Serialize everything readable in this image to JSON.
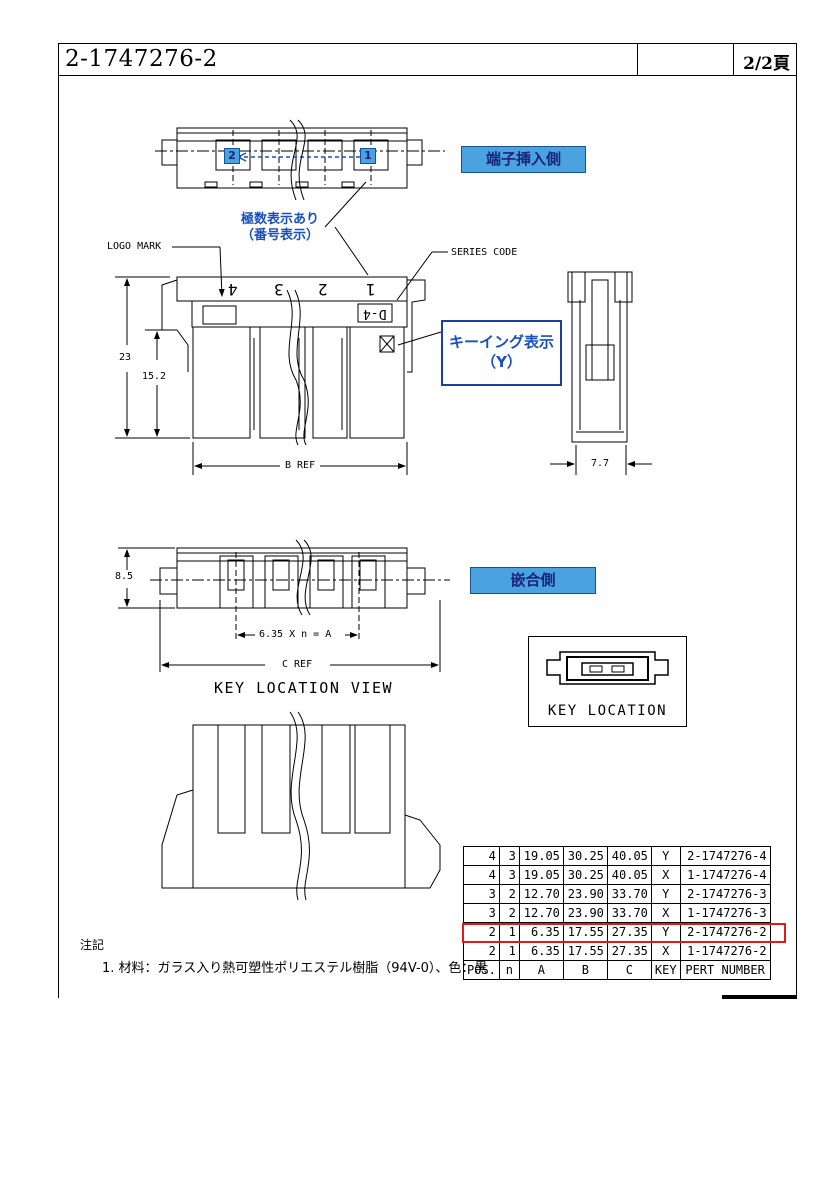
{
  "title_block": {
    "part_number": "2-1747276-2",
    "empty_cell": "",
    "page": "2/2頁"
  },
  "annotations": {
    "terminal_side": "端子挿入側",
    "polarity_label_line1": "極数表示あり",
    "polarity_label_line2": "（番号表示）",
    "keying_line1": "キーイング表示",
    "keying_line2": "（Y）",
    "mating_side": "嵌合側",
    "badge_2": "2",
    "badge_1": "1"
  },
  "labels": {
    "logo_mark": "LOGO MARK",
    "series_code": "SERIES CODE",
    "dim_23": "23",
    "dim_15_2": "15.2",
    "b_ref": "B REF",
    "dim_7_7": "7.7",
    "dim_8_5": "8.5",
    "pitch": "6.35 X n = A",
    "c_ref": "C REF",
    "view_title": "KEY LOCATION VIEW",
    "key_location": "KEY LOCATION",
    "series_code_mark": "D-4",
    "pos_4": "4",
    "pos_3": "3",
    "pos_2": "2",
    "pos_1": "1"
  },
  "table": {
    "rows": [
      [
        "4",
        "3",
        "19.05",
        "30.25",
        "40.05",
        "Y",
        "2-1747276-4"
      ],
      [
        "4",
        "3",
        "19.05",
        "30.25",
        "40.05",
        "X",
        "1-1747276-4"
      ],
      [
        "3",
        "2",
        "12.70",
        "23.90",
        "33.70",
        "Y",
        "2-1747276-3"
      ],
      [
        "3",
        "2",
        "12.70",
        "23.90",
        "33.70",
        "X",
        "1-1747276-3"
      ],
      [
        "2",
        "1",
        "6.35",
        "17.55",
        "27.35",
        "Y",
        "2-1747276-2"
      ],
      [
        "2",
        "1",
        "6.35",
        "17.55",
        "27.35",
        "X",
        "1-1747276-2"
      ]
    ],
    "header": [
      "POS.",
      "n",
      "A",
      "B",
      "C",
      "KEY",
      "PERT NUMBER"
    ],
    "highlighted_row": 4
  },
  "notes": {
    "heading": "注記",
    "item_1": "1. 材料：ガラス入り熱可塑性ポリエステル樹脂（94V-0）、色：黒"
  },
  "colors": {
    "highlight_box": "#e0191b",
    "annotation_blue": "#4aa3df",
    "annotation_text": "#1a4fc0"
  }
}
